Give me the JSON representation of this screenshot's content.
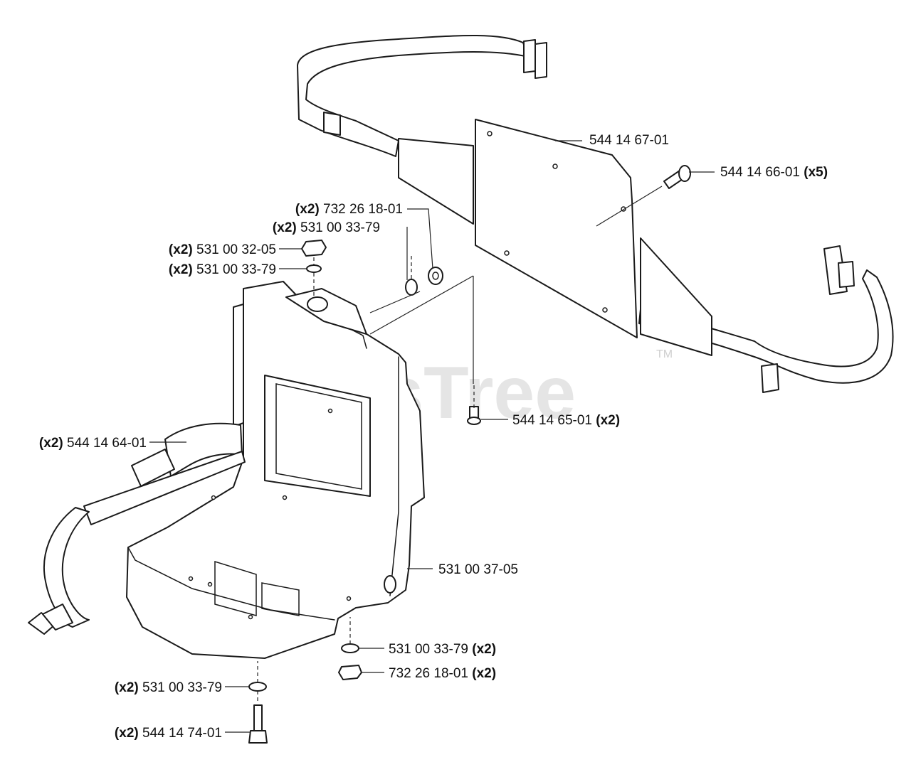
{
  "watermark": {
    "brand": "PartsTree",
    "trademark": "TM"
  },
  "callouts": [
    {
      "id": "top-plate",
      "part": "544 14 67-01",
      "qty": ""
    },
    {
      "id": "plate-screws",
      "part": "544 14 66-01",
      "qty": "(x5)"
    },
    {
      "id": "upper-nut-right",
      "part": "732 26 18-01",
      "qty": "(x2)"
    },
    {
      "id": "upper-washer-right",
      "part": "531 00 33-79",
      "qty": "(x2)"
    },
    {
      "id": "upper-nut-left",
      "part": "531 00 32-05",
      "qty": "(x2)"
    },
    {
      "id": "upper-washer-left",
      "part": "531 00 33-79",
      "qty": "(x2)"
    },
    {
      "id": "frame-screw",
      "part": "544 14 65-01",
      "qty": "(x2)"
    },
    {
      "id": "shoulder-strap",
      "part": "544 14 64-01",
      "qty": "(x2)"
    },
    {
      "id": "backpack-frame",
      "part": "531 00 37-05",
      "qty": ""
    },
    {
      "id": "lower-washer-right",
      "part": "531 00 33-79",
      "qty": "(x2)"
    },
    {
      "id": "lower-nut-right",
      "part": "732 26 18-01",
      "qty": "(x2)"
    },
    {
      "id": "lower-washer-left",
      "part": "531 00 33-79",
      "qty": "(x2)"
    },
    {
      "id": "lower-screw-left",
      "part": "544 14 74-01",
      "qty": "(x2)"
    }
  ]
}
